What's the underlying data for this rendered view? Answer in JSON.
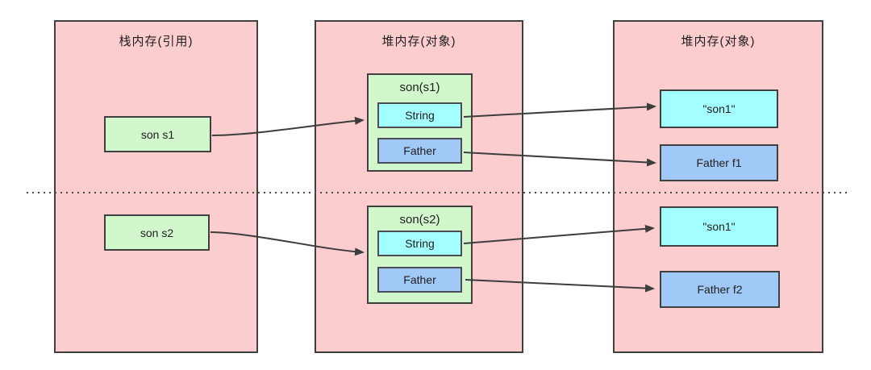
{
  "colors": {
    "panel_fill": "#fbcdcf",
    "ref_fill": "#d2f7cd",
    "string_fill": "#a3feff",
    "father_fill": "#a1c9f7",
    "border": "#404040",
    "arrow": "#3d3d3d",
    "text": "#202020"
  },
  "panels": {
    "stack": {
      "title": "栈内存(引用)"
    },
    "heap_objects": {
      "title": "堆内存(对象)"
    },
    "heap_values": {
      "title": "堆内存(对象)"
    }
  },
  "stack_refs": {
    "s1": "son s1",
    "s2": "son s2"
  },
  "objects": {
    "s1": {
      "title": "son(s1)",
      "string_field": "String",
      "father_field": "Father"
    },
    "s2": {
      "title": "son(s2)",
      "string_field": "String",
      "father_field": "Father"
    }
  },
  "heap_values": {
    "son1_top": "\"son1\"",
    "father1": "Father f1",
    "son1_bottom": "\"son1\"",
    "father2": "Father f2"
  }
}
